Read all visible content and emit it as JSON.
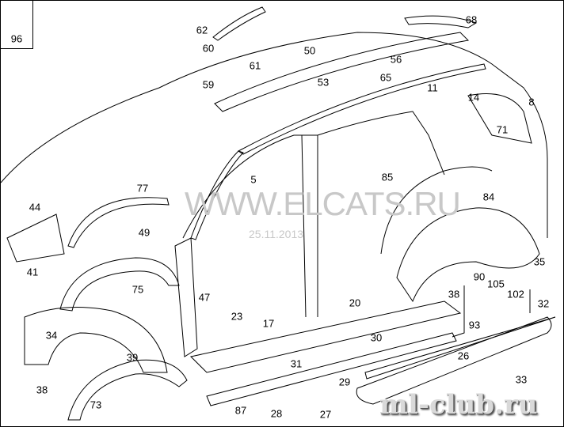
{
  "watermark": {
    "site": "WWW.ELCATS.RU",
    "date": "25.11.2013",
    "logo": "ml-club.ru"
  },
  "callouts": [
    "96",
    "62",
    "68",
    "60",
    "61",
    "50",
    "56",
    "59",
    "53",
    "65",
    "11",
    "14",
    "8",
    "71",
    "5",
    "85",
    "84",
    "77",
    "44",
    "49",
    "41",
    "75",
    "47",
    "35",
    "90",
    "105",
    "102",
    "32",
    "38",
    "93",
    "23",
    "17",
    "20",
    "30",
    "34",
    "39",
    "31",
    "26",
    "38",
    "33",
    "29",
    "73",
    "87",
    "28",
    "27"
  ]
}
